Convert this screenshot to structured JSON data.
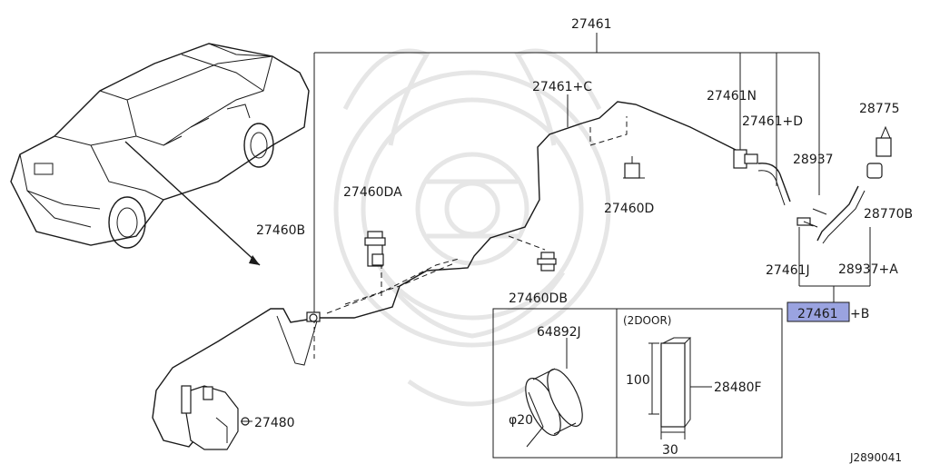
{
  "labels": {
    "p27461": "27461",
    "p27461c": "27461+C",
    "p27461n": "27461N",
    "p27461d": "27461+D",
    "p28775": "28775",
    "p28937": "28937",
    "p28770b": "28770B",
    "p27460da": "27460DA",
    "p27460d": "27460D",
    "p27460b": "27460B",
    "p27461j": "27461J",
    "p28937a": "28937+A",
    "p27460db": "27460DB",
    "p27461b": "27461",
    "p27461b_suffix": "+B",
    "p64892j": "64892J",
    "p28480f": "28480F",
    "p27480": "27480",
    "door": "(2DOOR)",
    "dim_dia": "φ20",
    "dim_100": "100",
    "dim_30": "30",
    "code": "J2890041"
  },
  "colors": {
    "highlight": "#9aa3e0",
    "line": "#1a1a1a",
    "watermark": "#e6e6e6"
  },
  "icons": [
    "car-icon",
    "washer-tank-icon",
    "clip-icon",
    "nozzle-icon",
    "seal-icon",
    "pad-icon",
    "watermark-icon"
  ]
}
